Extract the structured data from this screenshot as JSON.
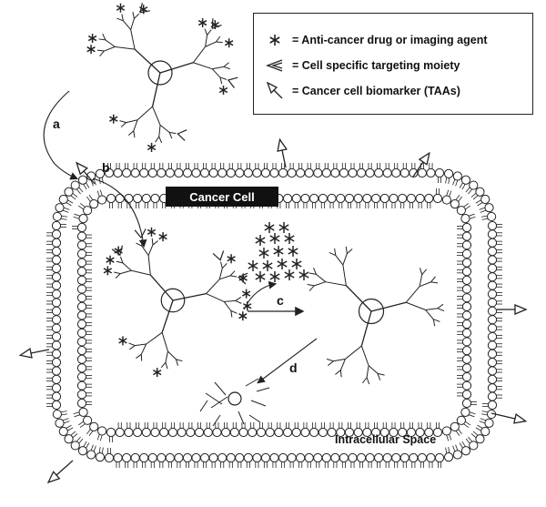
{
  "legend": {
    "items": [
      {
        "icon": "asterisk-icon",
        "text": "= Anti-cancer drug or imaging agent"
      },
      {
        "icon": "chevron-targeting-icon",
        "text": "= Cell specific targeting moiety"
      },
      {
        "icon": "receptor-arrow-icon",
        "text": "= Cancer cell biomarker (TAAs)"
      }
    ]
  },
  "cell_label": "Cancer Cell",
  "space_label": "Intracellular Space",
  "steps": {
    "a": "a",
    "b": "b",
    "c": "c",
    "d": "d"
  },
  "colors": {
    "ink": "#222222",
    "label_bg": "#111111",
    "label_text": "#ffffff",
    "lipid_head": "#ffffff"
  }
}
